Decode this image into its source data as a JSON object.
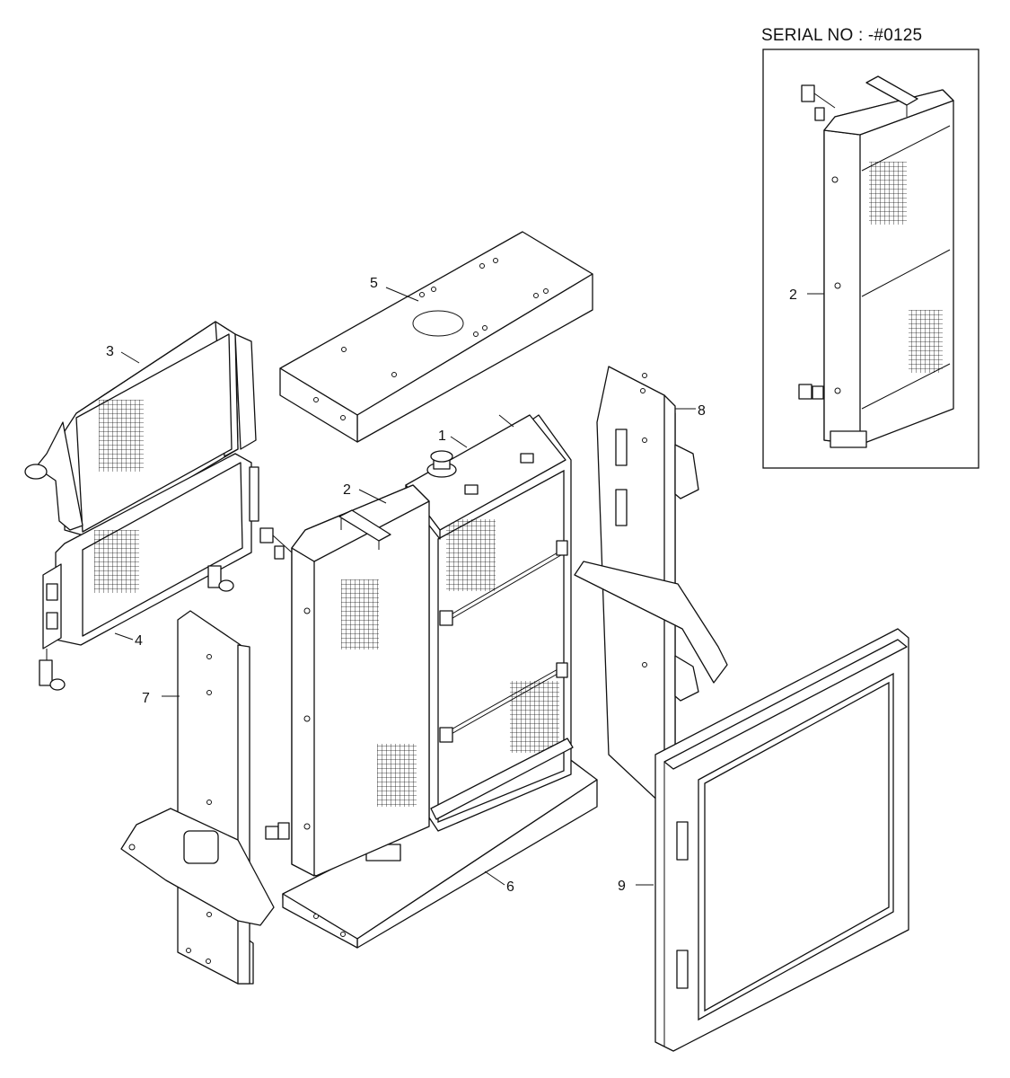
{
  "inset": {
    "serial_label": "SERIAL NO : -#0125"
  },
  "callouts": [
    "1",
    "2",
    "3",
    "4",
    "5",
    "6",
    "7",
    "8",
    "9",
    "2"
  ],
  "colors": {
    "line": "#111111",
    "background": "#ffffff"
  }
}
